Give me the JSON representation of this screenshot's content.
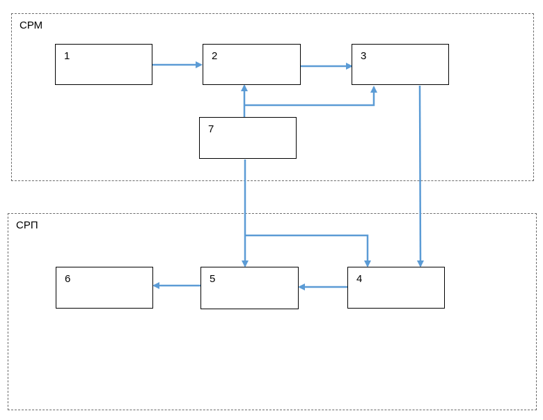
{
  "groups": {
    "srm": {
      "label": "СРМ"
    },
    "srp": {
      "label": "СРП"
    }
  },
  "nodes": {
    "n1": {
      "label": "1"
    },
    "n2": {
      "label": "2"
    },
    "n3": {
      "label": "3"
    },
    "n4": {
      "label": "4"
    },
    "n5": {
      "label": "5"
    },
    "n6": {
      "label": "6"
    },
    "n7": {
      "label": "7"
    }
  },
  "colors": {
    "arrow": "#5b9bd5",
    "border": "#000000",
    "group_border": "#6b6b6b"
  }
}
